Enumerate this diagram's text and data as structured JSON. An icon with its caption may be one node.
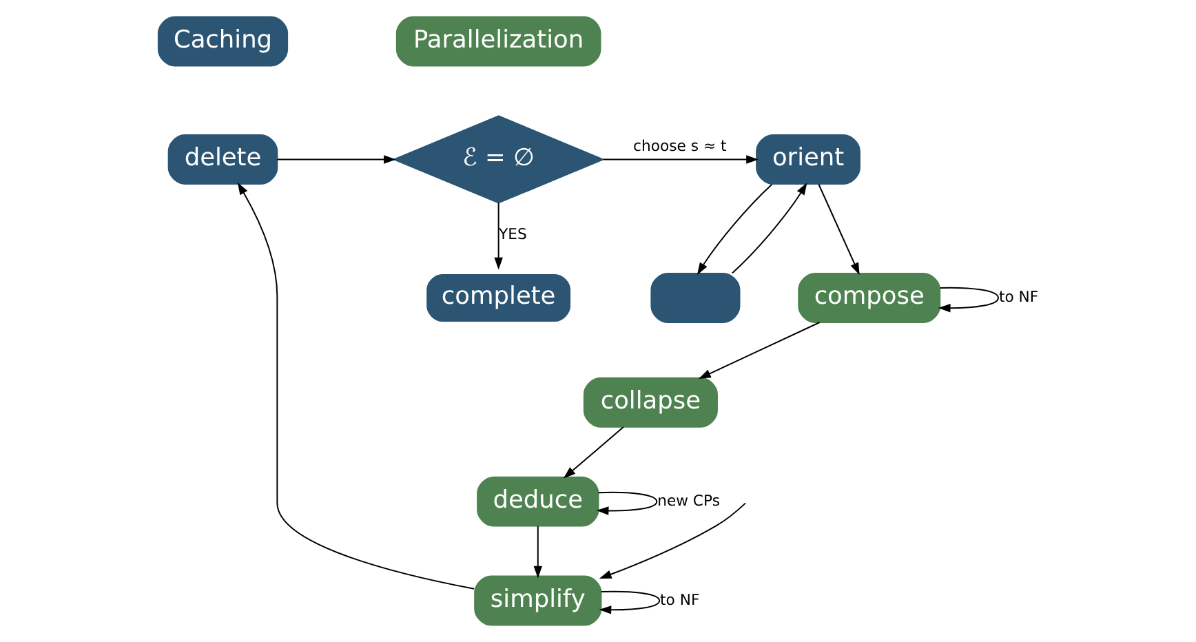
{
  "diagram": {
    "nodes": [
      {
        "text": [
          "Caching"
        ]
      },
      {
        "text": [
          "Parallelization"
        ]
      },
      {
        "text": [
          "delete"
        ]
      },
      {
        "text": [
          "ℰ = ∅"
        ]
      },
      {
        "text": [
          "orient"
        ]
      },
      {
        "text": [
          "simplify"
        ]
      },
      {
        "text": [
          "complete"
        ]
      },
      {
        "text": [],
        "shape": "box"
      },
      {
        "text": [
          "compose"
        ]
      },
      {
        "text": [
          "deduce"
        ]
      },
      {
        "text": [
          "collapse"
        ]
      }
    ],
    "edges": [
      {
        "from": null,
        "to": 5,
        "arrow": "to"
      },
      {
        "from": 5,
        "to": 2,
        "arrow": "to"
      },
      {
        "from": 2,
        "to": 3,
        "arrow": "to"
      },
      {
        "from": 3,
        "to": 4,
        "arrow": "to",
        "label": "choose s ≈ t"
      },
      {
        "from": 3,
        "to": 6,
        "arrow": "to",
        "label": "YES"
      },
      {
        "from": 4,
        "to": 7,
        "arrow": "to"
      },
      {
        "from": 7,
        "to": 4,
        "arrow": "to"
      },
      {
        "from": 4,
        "to": 8,
        "arrow": "to"
      },
      {
        "from": 8,
        "to": 8,
        "arrow": "to",
        "label": "to NF"
      },
      {
        "from": 8,
        "to": 10,
        "arrow": "to"
      },
      {
        "from": 10,
        "to": 9,
        "arrow": "to"
      },
      {
        "from": 9,
        "to": 9,
        "arrow": "to",
        "label": "new CPs"
      },
      {
        "from": 9,
        "to": 5,
        "arrow": "to"
      },
      {
        "from": 5,
        "to": 5,
        "arrow": "to",
        "label": "to NF"
      }
    ]
  }
}
